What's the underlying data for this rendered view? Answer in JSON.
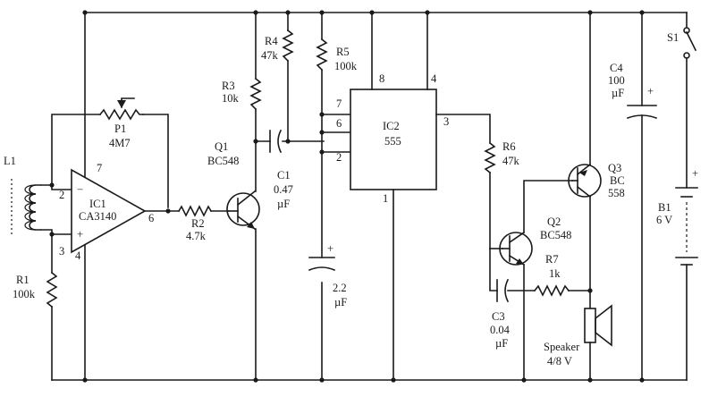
{
  "components": {
    "L1": {
      "ref": "L1"
    },
    "R1": {
      "ref": "R1",
      "value": "100k"
    },
    "P1": {
      "ref": "P1",
      "value": "4M7"
    },
    "IC1": {
      "ref": "IC1",
      "part": "CA3140",
      "pin2": "2",
      "pin3": "3",
      "pin4": "4",
      "pin6": "6",
      "pin7": "7",
      "minus": "−",
      "plus": "+"
    },
    "R2": {
      "ref": "R2",
      "value": "4.7k"
    },
    "R3": {
      "ref": "R3",
      "value": "10k"
    },
    "Q1": {
      "ref": "Q1",
      "part": "BC548"
    },
    "R4": {
      "ref": "R4",
      "value": "47k"
    },
    "C1": {
      "ref": "C1",
      "value": "0.47",
      "unit": "µF"
    },
    "R5": {
      "ref": "R5",
      "value": "100k"
    },
    "C2": {
      "value": "2.2",
      "unit": "µF",
      "plus": "+"
    },
    "IC2": {
      "ref": "IC2",
      "part": "555",
      "pin1": "1",
      "pin2": "2",
      "pin3": "3",
      "pin4": "4",
      "pin6": "6",
      "pin7": "7",
      "pin8": "8"
    },
    "R6": {
      "ref": "R6",
      "value": "47k"
    },
    "Q2": {
      "ref": "Q2",
      "part": "BC548"
    },
    "Q3": {
      "ref": "Q3",
      "part1": "BC",
      "part2": "558"
    },
    "C3": {
      "ref": "C3",
      "value": "0.04",
      "unit": "µF"
    },
    "R7": {
      "ref": "R7",
      "value": "1k"
    },
    "Speaker": {
      "label": "Speaker",
      "rating": "4/8 V"
    },
    "C4": {
      "ref": "C4",
      "value": "100",
      "unit": "µF",
      "plus": "+"
    },
    "S1": {
      "ref": "S1"
    },
    "B1": {
      "ref": "B1",
      "value": "6 V",
      "plus": "+"
    }
  }
}
